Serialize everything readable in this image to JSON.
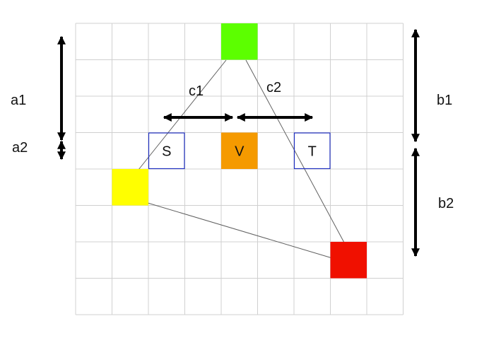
{
  "grid": {
    "cols": 9,
    "rows": 8,
    "line_color": "#d0d0d0"
  },
  "squares": [
    {
      "id": "green",
      "col": 4,
      "row": 0,
      "color": "#5cff00"
    },
    {
      "id": "yellow",
      "col": 1,
      "row": 4,
      "color": "#ffff00"
    },
    {
      "id": "red",
      "col": 7,
      "row": 6,
      "color": "#f01000"
    },
    {
      "id": "orange",
      "col": 4,
      "row": 3,
      "color": "#f59a00",
      "label": "V"
    }
  ],
  "boxes": [
    {
      "id": "S",
      "col": 2,
      "row": 3,
      "border": "#2030c0",
      "label": "S"
    },
    {
      "id": "T",
      "col": 6,
      "row": 3,
      "border": "#2030c0",
      "label": "T"
    }
  ],
  "labels": {
    "a1": "a1",
    "a2": "a2",
    "b1": "b1",
    "b2": "b2",
    "c1": "c1",
    "c2": "c2"
  },
  "colors": {
    "arrow": "#000000",
    "edge": "#606060"
  }
}
